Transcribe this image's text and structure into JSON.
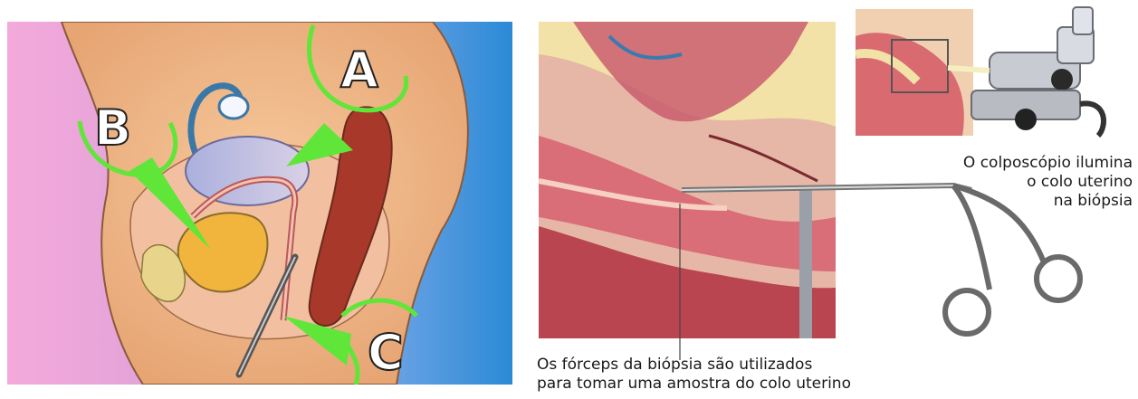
{
  "left_diagram": {
    "labels": {
      "a": "A",
      "b": "B",
      "c": "C"
    },
    "colors": {
      "background_left": "#f3a6d8",
      "background_right": "#2d8fd8",
      "callout": "#5fe639",
      "skin": "#f0b98a"
    }
  },
  "right_diagram": {
    "colposcope_caption": [
      "O colposcópio ilumina",
      "o colo uterino",
      "na biópsia"
    ],
    "forceps_caption": [
      "Os fórceps da biópsia são utilizados",
      "para tomar uma amostra do colo uterino"
    ]
  }
}
